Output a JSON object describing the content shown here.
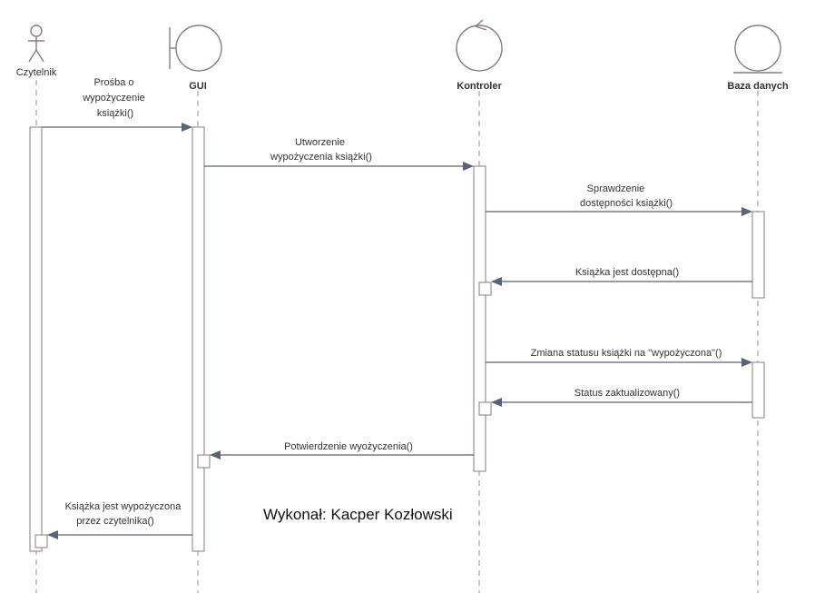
{
  "participants": {
    "czytelnik": "Czytelnik",
    "gui": "GUI",
    "kontroler": "Kontroler",
    "baza": "Baza danych"
  },
  "messages": {
    "m1": [
      "Prośba o",
      "wypożyczenie",
      "książki()"
    ],
    "m2": [
      "Utworzenie",
      "wypożyczenia książki()"
    ],
    "m3": [
      "Sprawdzenie",
      "dostępności książki()"
    ],
    "m4": [
      "Książka jest dostępna()"
    ],
    "m5": [
      "Zmiana statusu książki na \"wypożyczona\"()"
    ],
    "m6": [
      "Status zaktualizowany()"
    ],
    "m7": [
      "Potwierdzenie wyożyczenia()"
    ],
    "m8": [
      "Książka jest wypożyczona",
      "przez czytelnika()"
    ]
  },
  "credit": "Wykonał: Kacper Kozłowski",
  "colors": {
    "shape": "#8c7a82",
    "arrow": "#5b6178"
  }
}
